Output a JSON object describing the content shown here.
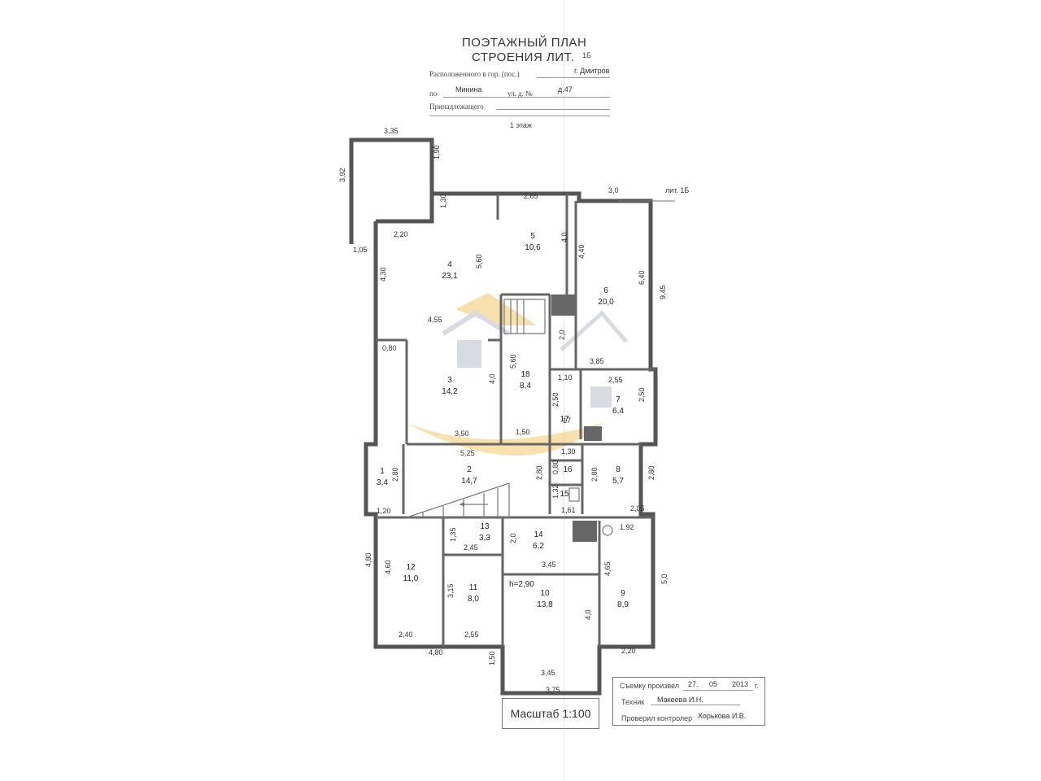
{
  "header": {
    "title_line1": "ПОЭТАЖНЫЙ ПЛАН",
    "title_line2": "СТРОЕНИЯ ЛИТ.",
    "lit": "1Б",
    "located_label": "Расположенного в гор. (пос.)",
    "located_value": "г. Дмитров",
    "street_prefix": "по",
    "street_value": "Минина",
    "street_label": "ул. д. №",
    "house_value": "д.47",
    "owner_label": "Принадлежащего",
    "floor": "1 этаж"
  },
  "plan": {
    "lit_label": "лит. 1Б",
    "height_note": "h=2,90",
    "rooms": [
      {
        "num": "1",
        "area": "3,4"
      },
      {
        "num": "2",
        "area": "14,7"
      },
      {
        "num": "3",
        "area": "14,2"
      },
      {
        "num": "4",
        "area": "23,1"
      },
      {
        "num": "5",
        "area": "10,6"
      },
      {
        "num": "6",
        "area": "20,0"
      },
      {
        "num": "7",
        "area": "6,4"
      },
      {
        "num": "8",
        "area": "5,7"
      },
      {
        "num": "9",
        "area": "8,9"
      },
      {
        "num": "10",
        "area": "13,8"
      },
      {
        "num": "11",
        "area": "8,0"
      },
      {
        "num": "12",
        "area": "11,0"
      },
      {
        "num": "13",
        "area": "3,3"
      },
      {
        "num": "14",
        "area": "6,2"
      },
      {
        "num": "15",
        "area": ""
      },
      {
        "num": "16",
        "area": ""
      },
      {
        "num": "17",
        "area": ""
      },
      {
        "num": "18",
        "area": "8,4"
      }
    ],
    "dims": [
      "3,35",
      "1,90",
      "3,92",
      "1,05",
      "1,30",
      "2,20",
      "2,65",
      "3,0",
      "4,0",
      "4,40",
      "6,40",
      "9,45",
      "5,60",
      "4,30",
      "4,55",
      "0,80",
      "5,60",
      "2,0",
      "3,85",
      "1,10",
      "2,55",
      "2,50",
      "2,50",
      "4,0",
      "3,50",
      "1,50",
      "5,25",
      "1,30",
      "2,80",
      "0,80",
      "2,80",
      "2,80",
      "2,80",
      "1,20",
      "1,32",
      "1,61",
      "2,05",
      "1,35",
      "2,45",
      "2,0",
      "1,92",
      "3,45",
      "4,80",
      "4,60",
      "4,65",
      "5,0",
      "3,15",
      "4,0",
      "2,40",
      "2,55",
      "2,20",
      "4,80",
      "1,50",
      "3,45",
      "3,75",
      "17"
    ]
  },
  "stamp": {
    "survey_label": "Съемку произвел",
    "survey_day": "27.",
    "survey_month": "05",
    "survey_year": "2013",
    "survey_suffix": "г.",
    "tech_label": "Техник",
    "tech_value": "Макеева И.Н.",
    "check_label": "Проверил контролер",
    "check_value": "Хорькова И.В."
  },
  "scale": "Масштаб 1:100",
  "watermark": {
    "colors": [
      "#f3c869",
      "#b9c1cc"
    ]
  }
}
